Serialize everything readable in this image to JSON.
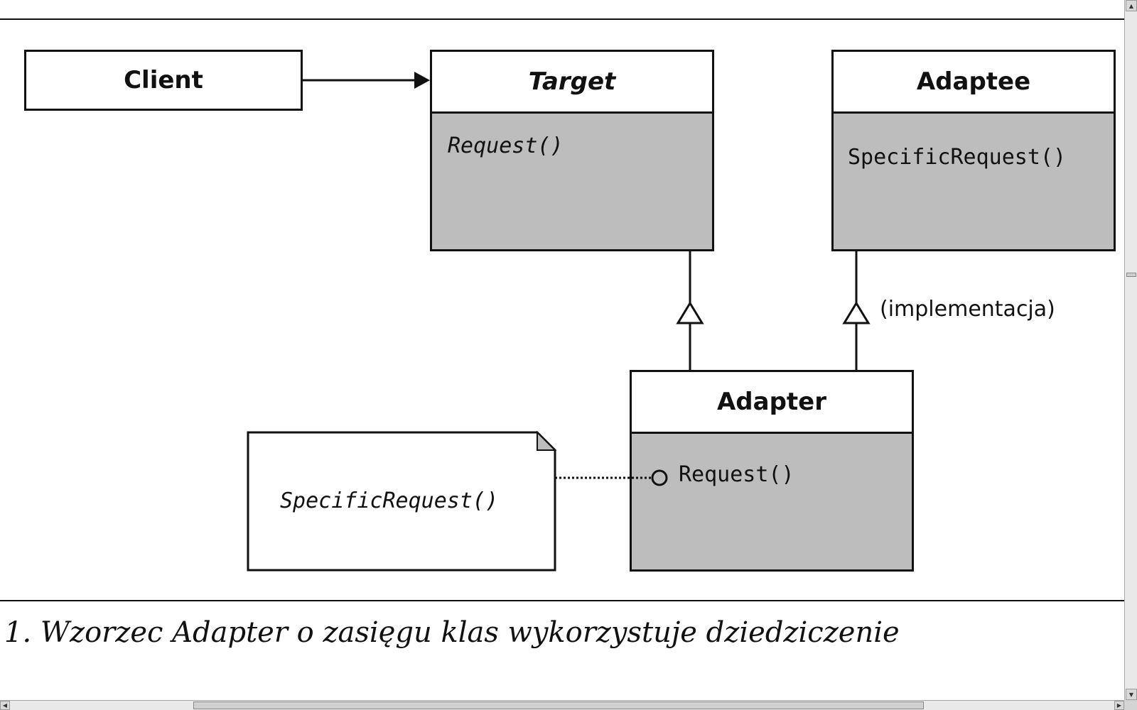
{
  "diagram": {
    "client": {
      "name": "Client"
    },
    "target": {
      "name": "Target",
      "operation": "Request()"
    },
    "adaptee": {
      "name": "Adaptee",
      "operation": "SpecificRequest()"
    },
    "adapter": {
      "name": "Adapter",
      "operation": "Request()"
    },
    "note": {
      "text": "SpecificRequest()"
    },
    "adaptee_link_label": "(implementacja)"
  },
  "caption": "1. Wzorzec Adapter o zasięgu klas wykorzystuje dziedziczenie",
  "colors": {
    "class_body": "#bdbdbd",
    "ink": "#111111"
  },
  "scrollbars": {
    "vertical": "visible",
    "horizontal": "visible"
  }
}
